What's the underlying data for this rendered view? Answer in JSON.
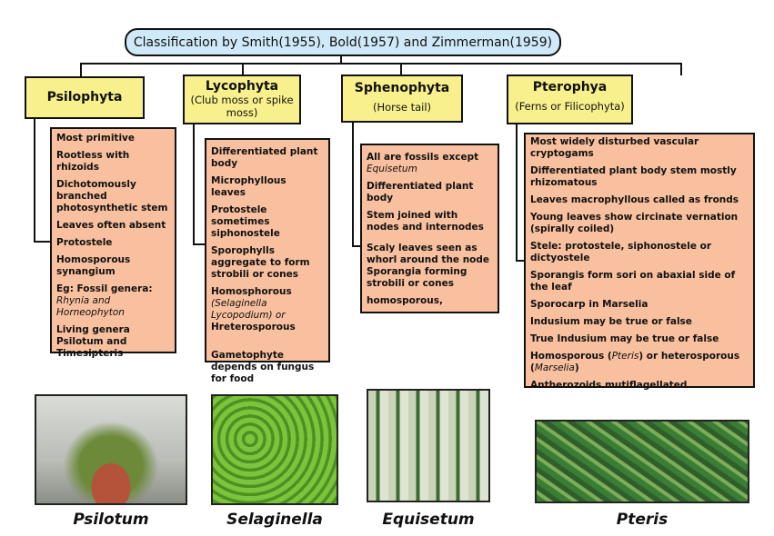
{
  "title": "Classification by Smith(1955), Bold(1957) and Zimmerman(1959)",
  "groups": [
    {
      "name": "Psilophyta",
      "sub": "",
      "items": [
        "Most primitive",
        "Rootless with rhizoids",
        "Dichotomously branched photosynthetic stem",
        "Leaves often absent",
        "Protostele",
        "Homosporous synangium",
        "Eg: Fossil genera:",
        "Rhynia and Horneophyton",
        "Living genera Psilotum and Timesipteris"
      ],
      "caption": "Psilotum"
    },
    {
      "name": "Lycophyta",
      "sub": "(Club moss or spike moss)",
      "items": [
        "Differentiated plant body",
        "Microphyllous leaves",
        "Protostele sometimes siphonostele",
        "Sporophylls aggregate to form strobili or cones",
        "Homosphorous",
        "(Selaginella Lycopodium) or",
        "Hreterosporous",
        "Gametophyte depends on fungus for food"
      ],
      "caption": "Selaginella"
    },
    {
      "name": "Sphenophyta",
      "sub": "(Horse tail)",
      "items": [
        "All are fossils except",
        "Equisetum",
        "Differentiated plant body",
        "Stem joined with nodes and internodes",
        "Scaly leaves seen as whorl around the node",
        "Sporangia forming strobili or cones",
        "homosporous,"
      ],
      "caption": "Equisetum"
    },
    {
      "name": "Pterophya",
      "sub": "(Ferns or Filicophyta)",
      "items": [
        "Most widely disturbed vascular cryptogams",
        "Differentiated plant body stem mostly rhizomatous",
        "Leaves macrophyllous called as fronds",
        "Young leaves show circinate vernation (spirally coiled)",
        "Stele: protostele, siphonostele or dictyostele",
        "Sporangis form sori on abaxial side of the leaf",
        "Sporocarp in Marselia",
        "Indusium may be true or false",
        "True Indusium may be true or false",
        "Homosporous (",
        "Pteris",
        ") or heterosporous (",
        "Marselia",
        ")",
        "Antherozoids mutiflagellated"
      ],
      "caption": "Pteris"
    }
  ],
  "colors": {
    "title_bg": "#cfe9f8",
    "header_bg": "#f8f08c",
    "box_bg": "#f9c09f"
  }
}
